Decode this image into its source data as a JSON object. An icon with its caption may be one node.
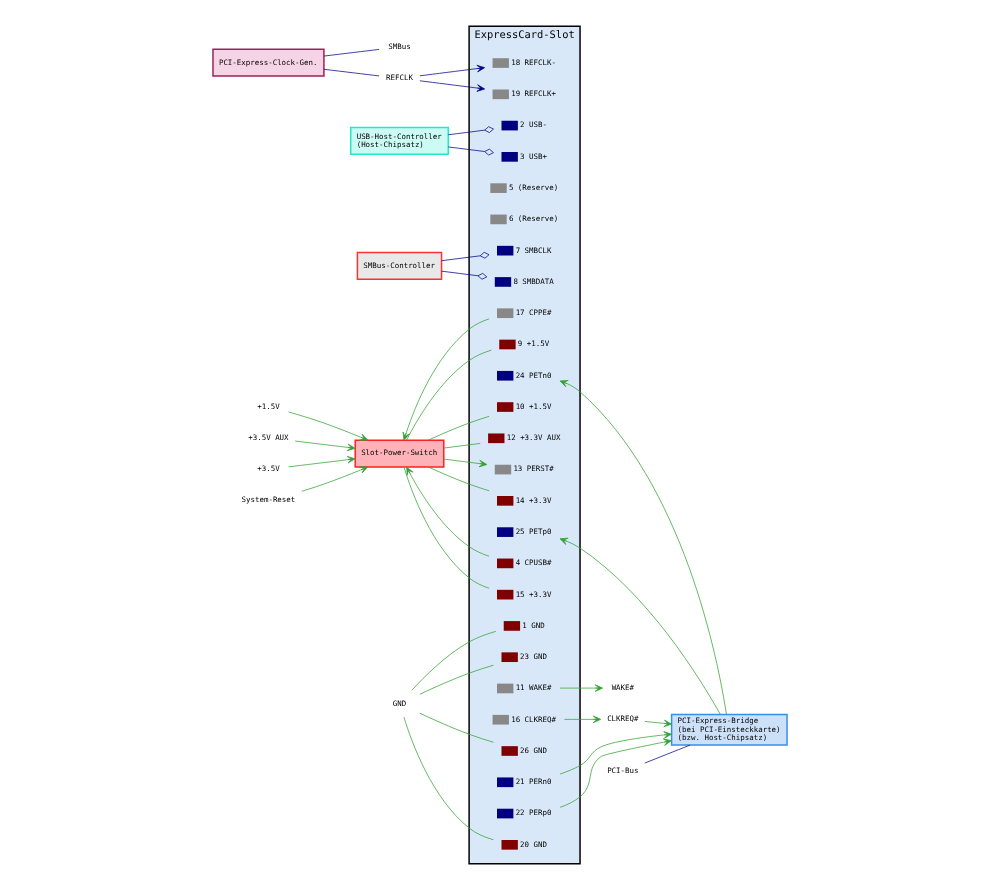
{
  "diagram": {
    "nodes": [
      {
        "text": [
          "PCI-Express-Clock-Gen."
        ]
      },
      {
        "text": [
          "USB-Host-Controller",
          "(Host-Chipsatz)"
        ]
      },
      {
        "text": [
          "SMBus-Controller"
        ]
      },
      {
        "text": [
          "Slot-Power-Switch"
        ]
      },
      {
        "text": [
          "PCI-Express-Bridge",
          "(bei PCI-Einsteckkarte)",
          "(bzw. Host-Chipsatz)"
        ]
      },
      {
        "text": [
          "+1.5V"
        ]
      },
      {
        "text": [
          "+3.5V AUX"
        ]
      },
      {
        "text": [
          "+3.5V"
        ]
      },
      {
        "text": [
          "System-Reset"
        ]
      },
      {
        "text": [
          "PCI-Bus"
        ]
      },
      {
        "text": [
          "SMBus"
        ]
      },
      {
        "text": [
          "WAKE#"
        ]
      },
      {
        "text": [
          "CLKREQ#"
        ]
      },
      {
        "text": [
          "REFCLK"
        ]
      },
      {
        "text": [
          "GND"
        ]
      },
      {
        "text": [
          "ExpressCard-Slot"
        ]
      },
      {
        "text": [
          "1 GND"
        ],
        "in": 15
      },
      {
        "text": [
          "2 USB-"
        ],
        "in": 15
      },
      {
        "text": [
          "3 USB+"
        ],
        "in": 15
      },
      {
        "text": [
          "4 CPUSB#"
        ],
        "in": 15
      },
      {
        "text": [
          "5 (Reserve)"
        ],
        "in": 15
      },
      {
        "text": [
          "6 (Reserve)"
        ],
        "in": 15
      },
      {
        "text": [
          "7 SMBCLK"
        ],
        "in": 15
      },
      {
        "text": [
          "8 SMBDATA"
        ],
        "in": 15
      },
      {
        "text": [
          "9 +1.5V"
        ],
        "in": 15
      },
      {
        "text": [
          "10 +1.5V"
        ],
        "in": 15
      },
      {
        "text": [
          "11 WAKE#"
        ],
        "in": 15
      },
      {
        "text": [
          "12 +3.3V AUX"
        ],
        "in": 15
      },
      {
        "text": [
          "13 PERST#"
        ],
        "in": 15
      },
      {
        "text": [
          "14 +3.3V"
        ],
        "in": 15
      },
      {
        "text": [
          "15 +3.3V"
        ],
        "in": 15
      },
      {
        "text": [
          "16 CLKREQ#"
        ],
        "in": 15
      },
      {
        "text": [
          "17 CPPE#"
        ],
        "in": 15
      },
      {
        "text": [
          "18 REFCLK-"
        ],
        "in": 15
      },
      {
        "text": [
          "19 REFCLK+"
        ],
        "in": 15
      },
      {
        "text": [
          "20 GND"
        ],
        "in": 15
      },
      {
        "text": [
          "21 PERn0"
        ],
        "in": 15
      },
      {
        "text": [
          "22 PERp0"
        ],
        "in": 15
      },
      {
        "text": [
          "23 GND"
        ],
        "in": 15
      },
      {
        "text": [
          "24 PETn0"
        ],
        "in": 15
      },
      {
        "text": [
          "25 PETp0"
        ],
        "in": 15
      },
      {
        "text": [
          "26 GND"
        ],
        "in": 15
      }
    ],
    "edges": [
      {
        "from": 0,
        "to": 13,
        "arrow": "none",
        "color": "#000080"
      },
      {
        "from": 0,
        "to": 10,
        "arrow": "none",
        "color": "#000080"
      },
      {
        "from": 1,
        "to": 17,
        "arrow": "other",
        "color": "#000080"
      },
      {
        "from": 1,
        "to": 18,
        "arrow": "other",
        "color": "#000080"
      },
      {
        "from": 19,
        "to": 3,
        "arrow": "to"
      },
      {
        "from": 2,
        "to": 22,
        "arrow": "other",
        "color": "#000080"
      },
      {
        "from": 2,
        "to": 23,
        "arrow": "other",
        "color": "#000080"
      },
      {
        "from": 3,
        "to": 24,
        "arrow": "none"
      },
      {
        "from": 3,
        "to": 25,
        "arrow": "none"
      },
      {
        "from": 3,
        "to": 27,
        "arrow": "none"
      },
      {
        "from": 3,
        "to": 28,
        "arrow": "to"
      },
      {
        "from": 3,
        "to": 29,
        "arrow": "none"
      },
      {
        "from": 3,
        "to": 30,
        "arrow": "none"
      },
      {
        "from": 5,
        "to": 3,
        "arrow": "to"
      },
      {
        "from": 6,
        "to": 3,
        "arrow": "to"
      },
      {
        "from": 7,
        "to": 3,
        "arrow": "to"
      },
      {
        "from": 8,
        "to": 3,
        "arrow": "to"
      },
      {
        "from": 32,
        "to": 3,
        "arrow": "to"
      },
      {
        "from": 26,
        "to": 11,
        "arrow": "to"
      },
      {
        "from": 31,
        "to": 12,
        "arrow": "to"
      },
      {
        "from": 13,
        "to": 33,
        "arrow": "to",
        "color": "#000080"
      },
      {
        "from": 13,
        "to": 34,
        "arrow": "to",
        "color": "#000080"
      },
      {
        "from": 12,
        "to": 4,
        "arrow": "to"
      },
      {
        "from": 36,
        "to": 4,
        "arrow": "to"
      },
      {
        "from": 37,
        "to": 4,
        "arrow": "to"
      },
      {
        "from": 4,
        "to": 39,
        "arrow": "to"
      },
      {
        "from": 4,
        "to": 40,
        "arrow": "to"
      },
      {
        "from": 9,
        "to": 4,
        "arrow": "none",
        "color": "#000080"
      },
      {
        "from": 14,
        "to": 16,
        "arrow": "none"
      },
      {
        "from": 14,
        "to": 35,
        "arrow": "none"
      },
      {
        "from": 14,
        "to": 38,
        "arrow": "none"
      },
      {
        "from": 14,
        "to": 41,
        "arrow": "none"
      }
    ]
  }
}
